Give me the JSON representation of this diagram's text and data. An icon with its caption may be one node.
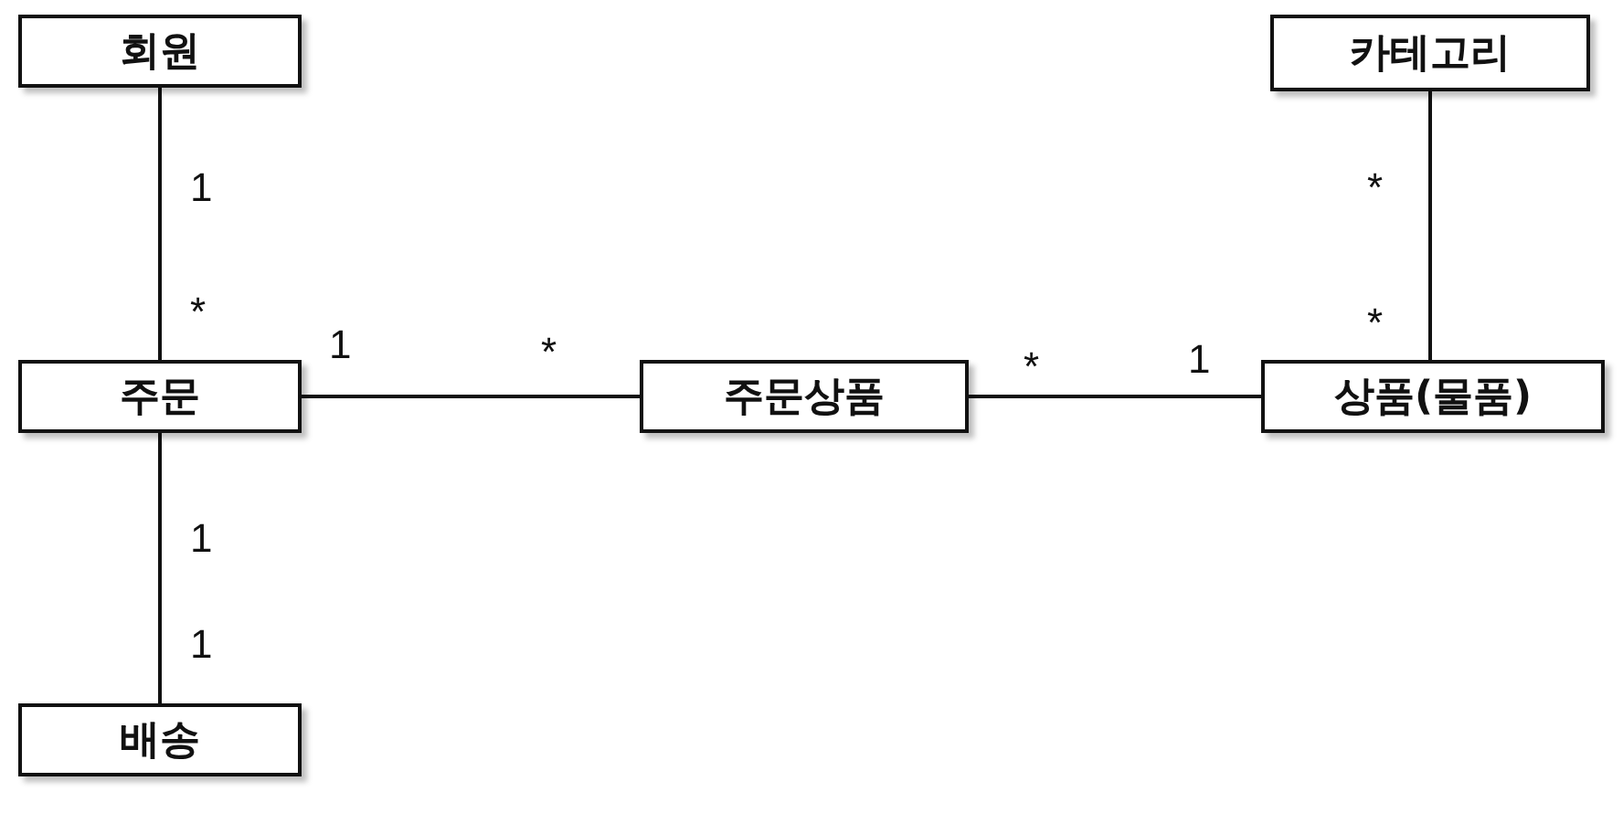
{
  "diagram": {
    "nodes": [
      {
        "text": [
          "회원"
        ]
      },
      {
        "text": [
          "카테고리"
        ]
      },
      {
        "text": [
          "주문"
        ]
      },
      {
        "text": [
          "주문상품"
        ]
      },
      {
        "text": [
          "상품(물품)"
        ]
      },
      {
        "text": [
          "배송"
        ]
      }
    ],
    "edges": [
      {
        "from": 0,
        "to": 2,
        "arrow": "none"
      },
      {
        "from": 1,
        "to": 4,
        "arrow": "none"
      },
      {
        "from": 2,
        "to": 3,
        "arrow": "none"
      },
      {
        "from": 3,
        "to": 4,
        "arrow": "none"
      },
      {
        "from": 2,
        "to": 5,
        "arrow": "none"
      }
    ],
    "labels": [
      "1",
      "*",
      "*",
      "*",
      "1",
      "*",
      "*",
      "1",
      "1",
      "1"
    ]
  }
}
